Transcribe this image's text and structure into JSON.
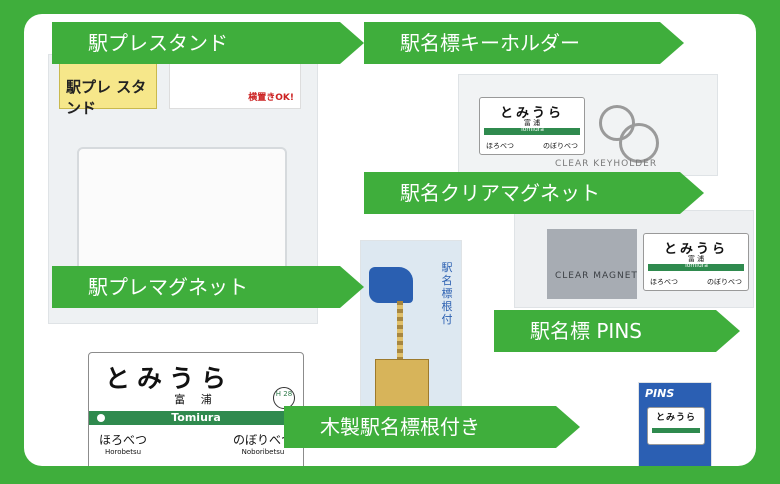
{
  "colors": {
    "brand_green": "#3fae3c",
    "sign_green": "#2f8a4e",
    "background": "#ffffff"
  },
  "labels": {
    "stand": "駅プレスタンド",
    "keyholder": "駅名標キーホルダー",
    "clear_magnet": "駅名クリアマグネット",
    "pre_magnet": "駅プレマグネット",
    "pins": "駅名標 PINS",
    "wooden": "木製駅名標根付き"
  },
  "stand_pkg": {
    "header": "駅プレ スタンド",
    "note": "横置きOK!"
  },
  "sign": {
    "name": "とみうら",
    "kanji": "富 浦",
    "number": "H 28",
    "romaji": "Tomiura",
    "left_kana": "ほろべつ",
    "left_romaji": "Horobetsu",
    "right_kana": "のぼりべつ",
    "right_romaji": "Noboribetsu"
  },
  "keyholder_pkg": {
    "clear_text": "CLEAR KEYHOLDER"
  },
  "magnet_pkg": {
    "clear_text": "CLEAR MAGNET"
  },
  "wood_pkg": {
    "text": "駅名標根付"
  },
  "pins_pkg": {
    "title": "PINS"
  }
}
